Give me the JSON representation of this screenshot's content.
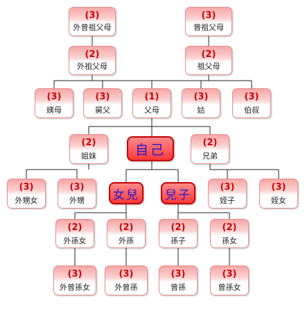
{
  "nodes": {
    "waizengzu": {
      "degree": "(3)",
      "label": "外曾祖父母"
    },
    "zengzu": {
      "degree": "(3)",
      "label": "曾祖父母"
    },
    "waizu": {
      "degree": "(2)",
      "label": "外祖父母"
    },
    "zu": {
      "degree": "(2)",
      "label": "祖父母"
    },
    "yimu": {
      "degree": "(3)",
      "label": "姨母"
    },
    "jiufu": {
      "degree": "(3)",
      "label": "舅父"
    },
    "fumu": {
      "degree": "(1)",
      "label": "父母"
    },
    "gu": {
      "degree": "(3)",
      "label": "姑"
    },
    "boshu": {
      "degree": "(3)",
      "label": "伯叔"
    },
    "zimei": {
      "degree": "(2)",
      "label": "姐妹"
    },
    "self": {
      "label": "自己"
    },
    "xiongdi": {
      "degree": "(2)",
      "label": "兄弟"
    },
    "waishengnv": {
      "degree": "(3)",
      "label": "外甥女"
    },
    "waisheng": {
      "degree": "(3)",
      "label": "外甥"
    },
    "daughter": {
      "label": "女兒"
    },
    "son": {
      "label": "兒子"
    },
    "zhizi": {
      "degree": "(3)",
      "label": "姪子"
    },
    "zhinv": {
      "degree": "(3)",
      "label": "姪女"
    },
    "waisunnv": {
      "degree": "(2)",
      "label": "外孫女"
    },
    "waisun": {
      "degree": "(2)",
      "label": "外孫"
    },
    "sunzi": {
      "degree": "(2)",
      "label": "孫子"
    },
    "sunnv": {
      "degree": "(2)",
      "label": "孫女"
    },
    "waizengsunnv": {
      "degree": "(3)",
      "label": "外曾孫女"
    },
    "waizengsun": {
      "degree": "(3)",
      "label": "外曾孫"
    },
    "zengsun": {
      "degree": "(3)",
      "label": "曾孫"
    },
    "zengsunnv": {
      "degree": "(3)",
      "label": "曾孫女"
    }
  },
  "colors": {
    "line": "#222222",
    "box_border": "#e58a8a",
    "degree_text": "#d00000",
    "center_text": "#1b1bd6"
  }
}
